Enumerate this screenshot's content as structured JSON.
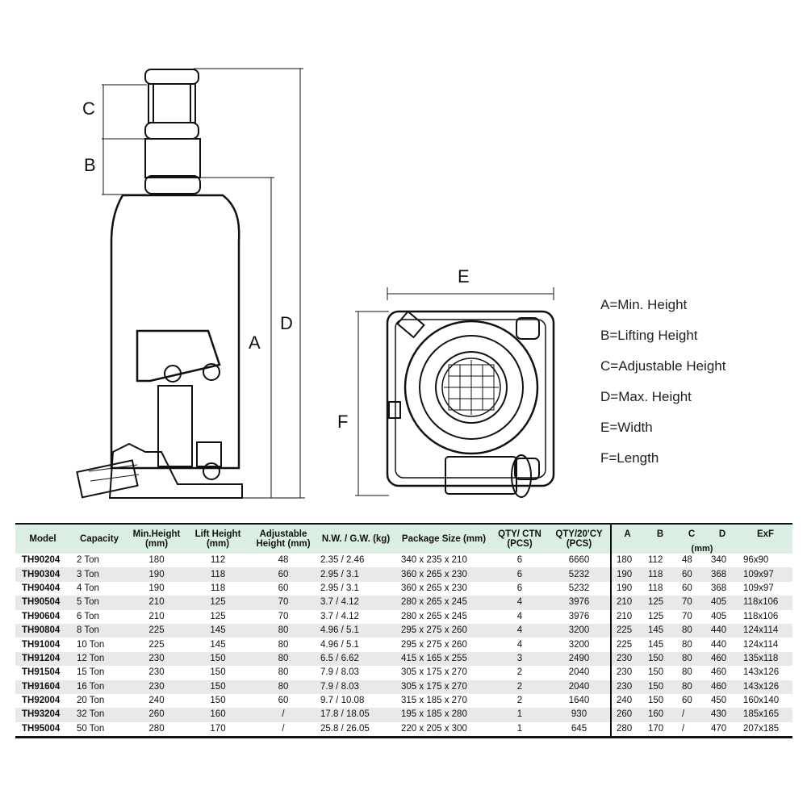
{
  "drawing": {
    "labels": {
      "a": "A",
      "b": "B",
      "c": "C",
      "d": "D",
      "e": "E",
      "f": "F"
    }
  },
  "legend": [
    "A=Min. Height",
    "B=Lifting Height",
    "C=Adjustable Height",
    "D=Max. Height",
    "E=Width",
    "F=Length"
  ],
  "table": {
    "headers": {
      "model": "Model",
      "capacity": "Capacity",
      "min_height": "Min.Height (mm)",
      "lift_height": "Lift Height (mm)",
      "adjustable_height": "Adjustable Height (mm)",
      "weight": "N.W. / G.W. (kg)",
      "package_size": "Package Size (mm)",
      "qty_ctn": "QTY/ CTN (PCS)",
      "qty_20cy": "QTY/20'CY (PCS)",
      "a": "A",
      "b": "B",
      "c": "C",
      "d": "D",
      "exf": "ExF",
      "unit": "(mm)"
    },
    "rows": [
      {
        "model": "TH90204",
        "capacity": "2 Ton",
        "min": "180",
        "lift": "112",
        "adj": "48",
        "weight": "2.35 / 2.46",
        "pkg": "340 x 235 x 210",
        "ctn": "6",
        "cy": "6660",
        "a": "180",
        "b": "112",
        "c": "48",
        "d": "340",
        "exf": "96x90"
      },
      {
        "model": "TH90304",
        "capacity": "3 Ton",
        "min": "190",
        "lift": "118",
        "adj": "60",
        "weight": "2.95 / 3.1",
        "pkg": "360 x 265 x 230",
        "ctn": "6",
        "cy": "5232",
        "a": "190",
        "b": "118",
        "c": "60",
        "d": "368",
        "exf": "109x97"
      },
      {
        "model": "TH90404",
        "capacity": "4 Ton",
        "min": "190",
        "lift": "118",
        "adj": "60",
        "weight": "2.95 / 3.1",
        "pkg": "360 x 265 x 230",
        "ctn": "6",
        "cy": "5232",
        "a": "190",
        "b": "118",
        "c": "60",
        "d": "368",
        "exf": "109x97"
      },
      {
        "model": "TH90504",
        "capacity": "5 Ton",
        "min": "210",
        "lift": "125",
        "adj": "70",
        "weight": "3.7  / 4.12",
        "pkg": "280 x 265 x 245",
        "ctn": "4",
        "cy": "3976",
        "a": "210",
        "b": "125",
        "c": "70",
        "d": "405",
        "exf": "118x106"
      },
      {
        "model": "TH90604",
        "capacity": "6 Ton",
        "min": "210",
        "lift": "125",
        "adj": "70",
        "weight": "3.7  / 4.12",
        "pkg": "280 x 265 x 245",
        "ctn": "4",
        "cy": "3976",
        "a": "210",
        "b": "125",
        "c": "70",
        "d": "405",
        "exf": "118x106"
      },
      {
        "model": "TH90804",
        "capacity": "8 Ton",
        "min": "225",
        "lift": "145",
        "adj": "80",
        "weight": "4.96 / 5.1",
        "pkg": "295 x 275 x 260",
        "ctn": "4",
        "cy": "3200",
        "a": "225",
        "b": "145",
        "c": "80",
        "d": "440",
        "exf": "124x114"
      },
      {
        "model": "TH91004",
        "capacity": "10 Ton",
        "min": "225",
        "lift": "145",
        "adj": "80",
        "weight": "4.96 / 5.1",
        "pkg": "295 x 275 x 260",
        "ctn": "4",
        "cy": "3200",
        "a": "225",
        "b": "145",
        "c": "80",
        "d": "440",
        "exf": "124x114"
      },
      {
        "model": "TH91204",
        "capacity": "12 Ton",
        "min": "230",
        "lift": "150",
        "adj": "80",
        "weight": "6.5 / 6.62",
        "pkg": "415 x 165 x 255",
        "ctn": "3",
        "cy": "2490",
        "a": "230",
        "b": "150",
        "c": "80",
        "d": "460",
        "exf": "135x118"
      },
      {
        "model": "TH91504",
        "capacity": "15 Ton",
        "min": "230",
        "lift": "150",
        "adj": "80",
        "weight": "7.9 / 8.03",
        "pkg": "305 x 175 x 270",
        "ctn": "2",
        "cy": "2040",
        "a": "230",
        "b": "150",
        "c": "80",
        "d": "460",
        "exf": "143x126"
      },
      {
        "model": "TH91604",
        "capacity": "16 Ton",
        "min": "230",
        "lift": "150",
        "adj": "80",
        "weight": "7.9 / 8.03",
        "pkg": "305 x 175 x 270",
        "ctn": "2",
        "cy": "2040",
        "a": "230",
        "b": "150",
        "c": "80",
        "d": "460",
        "exf": "143x126"
      },
      {
        "model": "TH92004",
        "capacity": "20 Ton",
        "min": "240",
        "lift": "150",
        "adj": "60",
        "weight": "9.7 / 10.08",
        "pkg": "315 x 185 x 270",
        "ctn": "2",
        "cy": "1640",
        "a": "240",
        "b": "150",
        "c": "60",
        "d": "450",
        "exf": "160x140"
      },
      {
        "model": "TH93204",
        "capacity": "32 Ton",
        "min": "260",
        "lift": "160",
        "adj": "/",
        "weight": "17.8 / 18.05",
        "pkg": "195 x 185 x 280",
        "ctn": "1",
        "cy": "930",
        "a": "260",
        "b": "160",
        "c": "/",
        "d": "430",
        "exf": "185x165"
      },
      {
        "model": "TH95004",
        "capacity": "50 Ton",
        "min": "280",
        "lift": "170",
        "adj": "/",
        "weight": "25.8 / 26.05",
        "pkg": "220 x 205 x 300",
        "ctn": "1",
        "cy": "645",
        "a": "280",
        "b": "170",
        "c": "/",
        "d": "470",
        "exf": "207x185"
      }
    ]
  }
}
